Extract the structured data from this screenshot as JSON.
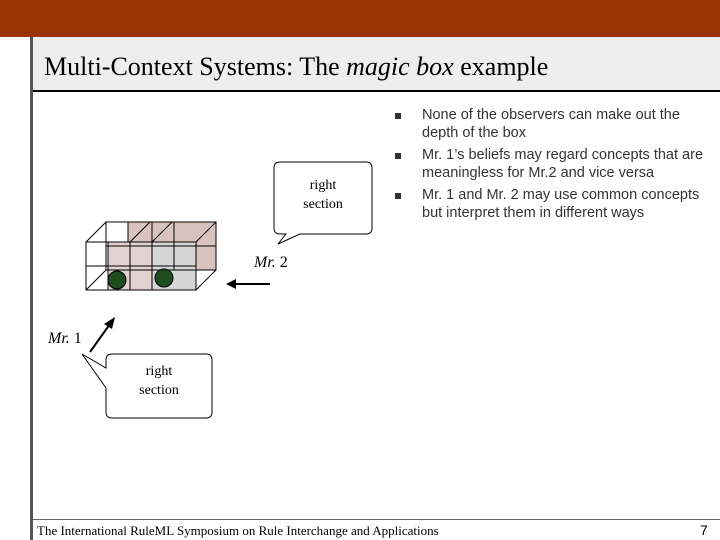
{
  "slide": {
    "title_main": "Multi-Context Systems: The ",
    "title_italic": "magic box",
    "title_end": " example",
    "bullets": [
      "None of the observers can make out the depth of the box",
      "Mr. 1’s  beliefs may regard concepts that are meaningless for Mr.2 and vice versa",
      "Mr. 1 and Mr. 2 may use common concepts but interpret them in different ways"
    ],
    "bubble_top": {
      "line1": "right",
      "line2": "section"
    },
    "bubble_bottom": {
      "line1": "right",
      "line2": "section"
    },
    "mr2": {
      "italic": "Mr.",
      "num": " 2"
    },
    "mr1": {
      "italic": "Mr.",
      "num": " 1"
    },
    "footer": "The International RuleML Symposium on Rule Interchange and Applications",
    "page_number": "7"
  },
  "colors": {
    "top_bar": "#993300",
    "title_band": "#eeeeee",
    "box_front_tint": "#d9c3bf",
    "ball": "#1f4d1f"
  }
}
